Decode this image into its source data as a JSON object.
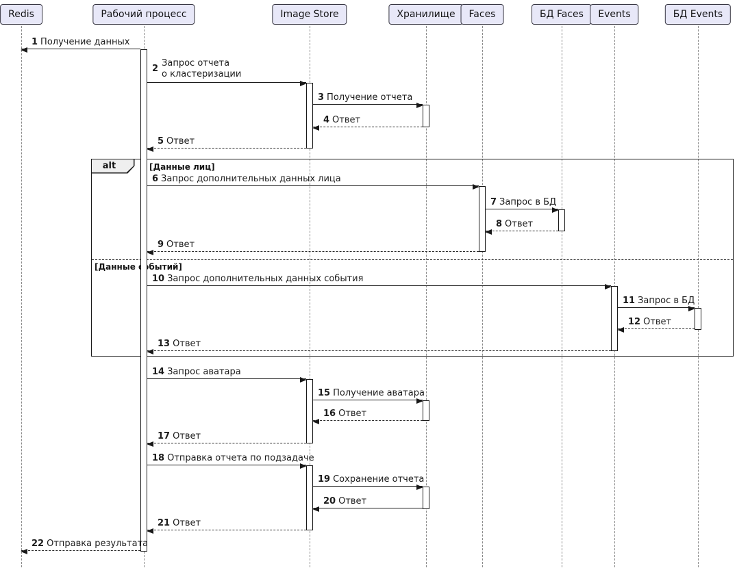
{
  "diagram": {
    "kind": "uml-sequence-diagram",
    "participants": [
      {
        "name": "Redis"
      },
      {
        "name": "Рабочий процесс"
      },
      {
        "name": "Image Store"
      },
      {
        "name": "Хранилище"
      },
      {
        "name": "Faces"
      },
      {
        "name": "БД Faces"
      },
      {
        "name": "Events"
      },
      {
        "name": "БД Events"
      }
    ],
    "fragment": {
      "operator": "alt",
      "branch1_condition": "[Данные лиц]",
      "branch2_condition": "[Данные событий]"
    },
    "messages": [
      {
        "num": "1",
        "text": "Получение данных",
        "from": "Рабочий процесс",
        "to": "Redis",
        "line": "solid"
      },
      {
        "num": "2",
        "text": "Запрос отчета\nо кластеризации",
        "from": "Рабочий процесс",
        "to": "Image Store",
        "line": "solid"
      },
      {
        "num": "3",
        "text": "Получение отчета",
        "from": "Image Store",
        "to": "Хранилище",
        "line": "solid"
      },
      {
        "num": "4",
        "text": "Ответ",
        "from": "Хранилище",
        "to": "Image Store",
        "line": "dashed"
      },
      {
        "num": "5",
        "text": "Ответ",
        "from": "Image Store",
        "to": "Рабочий процесс",
        "line": "dashed"
      },
      {
        "num": "6",
        "text": "Запрос дополнительных данных лица",
        "from": "Рабочий процесс",
        "to": "Faces",
        "line": "solid"
      },
      {
        "num": "7",
        "text": "Запрос в БД",
        "from": "Faces",
        "to": "БД Faces",
        "line": "solid"
      },
      {
        "num": "8",
        "text": "Ответ",
        "from": "БД Faces",
        "to": "Faces",
        "line": "dashed"
      },
      {
        "num": "9",
        "text": "Ответ",
        "from": "Faces",
        "to": "Рабочий процесс",
        "line": "dashed"
      },
      {
        "num": "10",
        "text": "Запрос дополнительных данных события",
        "from": "Рабочий процесс",
        "to": "Events",
        "line": "solid"
      },
      {
        "num": "11",
        "text": "Запрос в БД",
        "from": "Events",
        "to": "БД Events",
        "line": "solid"
      },
      {
        "num": "12",
        "text": "Ответ",
        "from": "БД Events",
        "to": "Events",
        "line": "dashed"
      },
      {
        "num": "13",
        "text": "Ответ",
        "from": "Events",
        "to": "Рабочий процесс",
        "line": "dashed"
      },
      {
        "num": "14",
        "text": "Запрос аватара",
        "from": "Рабочий процесс",
        "to": "Image Store",
        "line": "solid"
      },
      {
        "num": "15",
        "text": "Получение аватара",
        "from": "Image Store",
        "to": "Хранилище",
        "line": "solid"
      },
      {
        "num": "16",
        "text": "Ответ",
        "from": "Хранилище",
        "to": "Image Store",
        "line": "dashed"
      },
      {
        "num": "17",
        "text": "Ответ",
        "from": "Image Store",
        "to": "Рабочий процесс",
        "line": "dashed"
      },
      {
        "num": "18",
        "text": "Отправка отчета по подзадаче",
        "from": "Рабочий процесс",
        "to": "Image Store",
        "line": "solid"
      },
      {
        "num": "19",
        "text": "Сохранение отчета",
        "from": "Image Store",
        "to": "Хранилище",
        "line": "solid"
      },
      {
        "num": "20",
        "text": "Ответ",
        "from": "Хранилище",
        "to": "Image Store",
        "line": "solid"
      },
      {
        "num": "21",
        "text": "Ответ",
        "from": "Image Store",
        "to": "Рабочий процесс",
        "line": "dashed"
      },
      {
        "num": "22",
        "text": "Отправка результата",
        "from": "Рабочий процесс",
        "to": "Redis",
        "line": "dashed"
      }
    ],
    "colors": {
      "background": "#FFFFFF",
      "participant_fill": "#E8E8F8",
      "participant_border": "#353440",
      "message_line": "#191919",
      "lifeline": "#8A8A8A",
      "fragment_label_fill": "#EFEFEF"
    }
  }
}
